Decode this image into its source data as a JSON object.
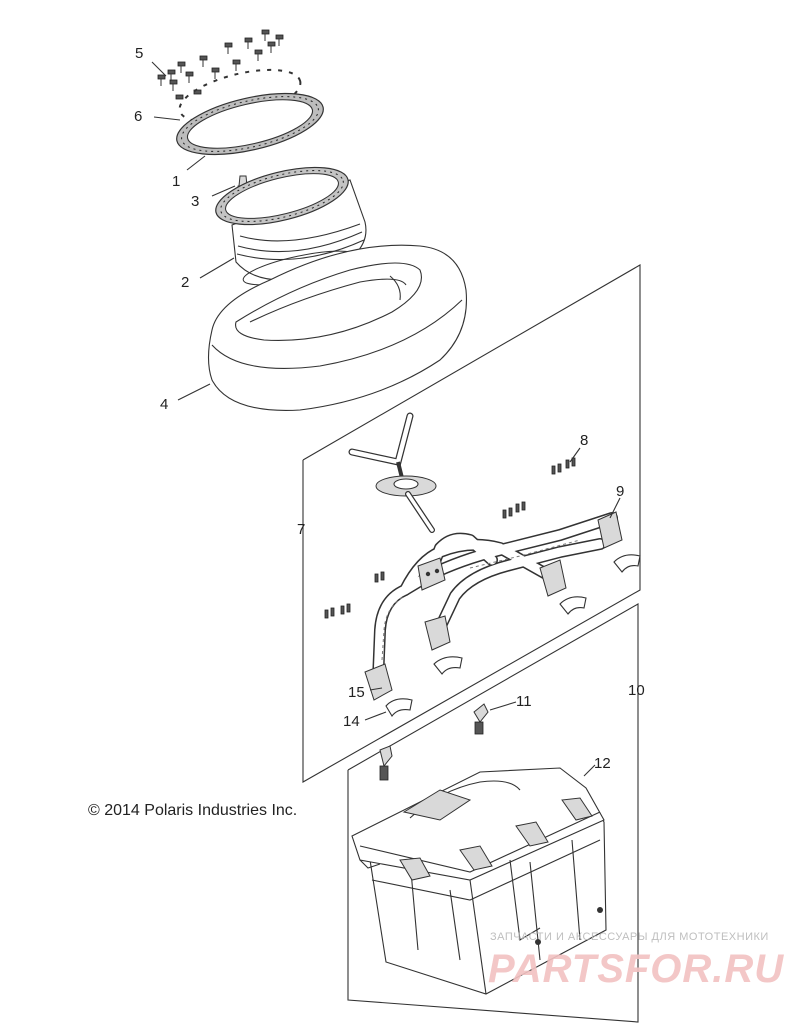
{
  "diagram": {
    "copyright": "© 2014 Polaris Industries Inc.",
    "callouts": [
      {
        "id": "c5",
        "text": "5"
      },
      {
        "id": "c6",
        "text": "6"
      },
      {
        "id": "c1",
        "text": "1"
      },
      {
        "id": "c3",
        "text": "3"
      },
      {
        "id": "c2",
        "text": "2"
      },
      {
        "id": "c4",
        "text": "4"
      },
      {
        "id": "c8",
        "text": "8"
      },
      {
        "id": "c9",
        "text": "9"
      },
      {
        "id": "c7",
        "text": "7"
      },
      {
        "id": "c10",
        "text": "10"
      },
      {
        "id": "c11",
        "text": "11"
      },
      {
        "id": "c15",
        "text": "15"
      },
      {
        "id": "c14",
        "text": "14"
      },
      {
        "id": "c12",
        "text": "12"
      }
    ]
  },
  "watermark": {
    "caption": "ЗАПЧАСТИ И АКСЕССУАРЫ ДЛЯ МОТОТЕХНИКИ",
    "logo_text": "PARTSFOR.RU"
  }
}
